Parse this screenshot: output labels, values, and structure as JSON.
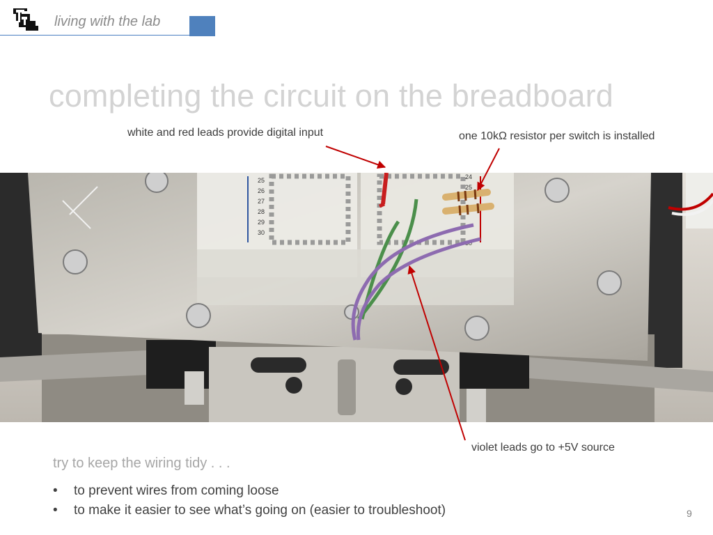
{
  "header": {
    "brand_text": "living with the lab"
  },
  "slide": {
    "title": "completing the circuit on the breadboard",
    "callouts": {
      "digital_input": "white and red leads provide digital input",
      "resistor": "one 10kΩ resistor per switch is installed",
      "violet": "violet leads go to +5V source"
    },
    "breadboard_rows": [
      "25",
      "26",
      "27",
      "28",
      "29",
      "30"
    ],
    "breadboard_rows_right": [
      "24",
      "25",
      "30"
    ],
    "subheading": "try to keep the wiring tidy . . .",
    "bullets": [
      "to prevent wires from coming loose",
      "to make it easier to see what’s going on (easier to troubleshoot)"
    ],
    "bullet_symbol": "•",
    "page_number": "9"
  },
  "colors": {
    "accent": "#4f81bd",
    "arrow": "#c00000",
    "title": "#d3d3d3"
  }
}
